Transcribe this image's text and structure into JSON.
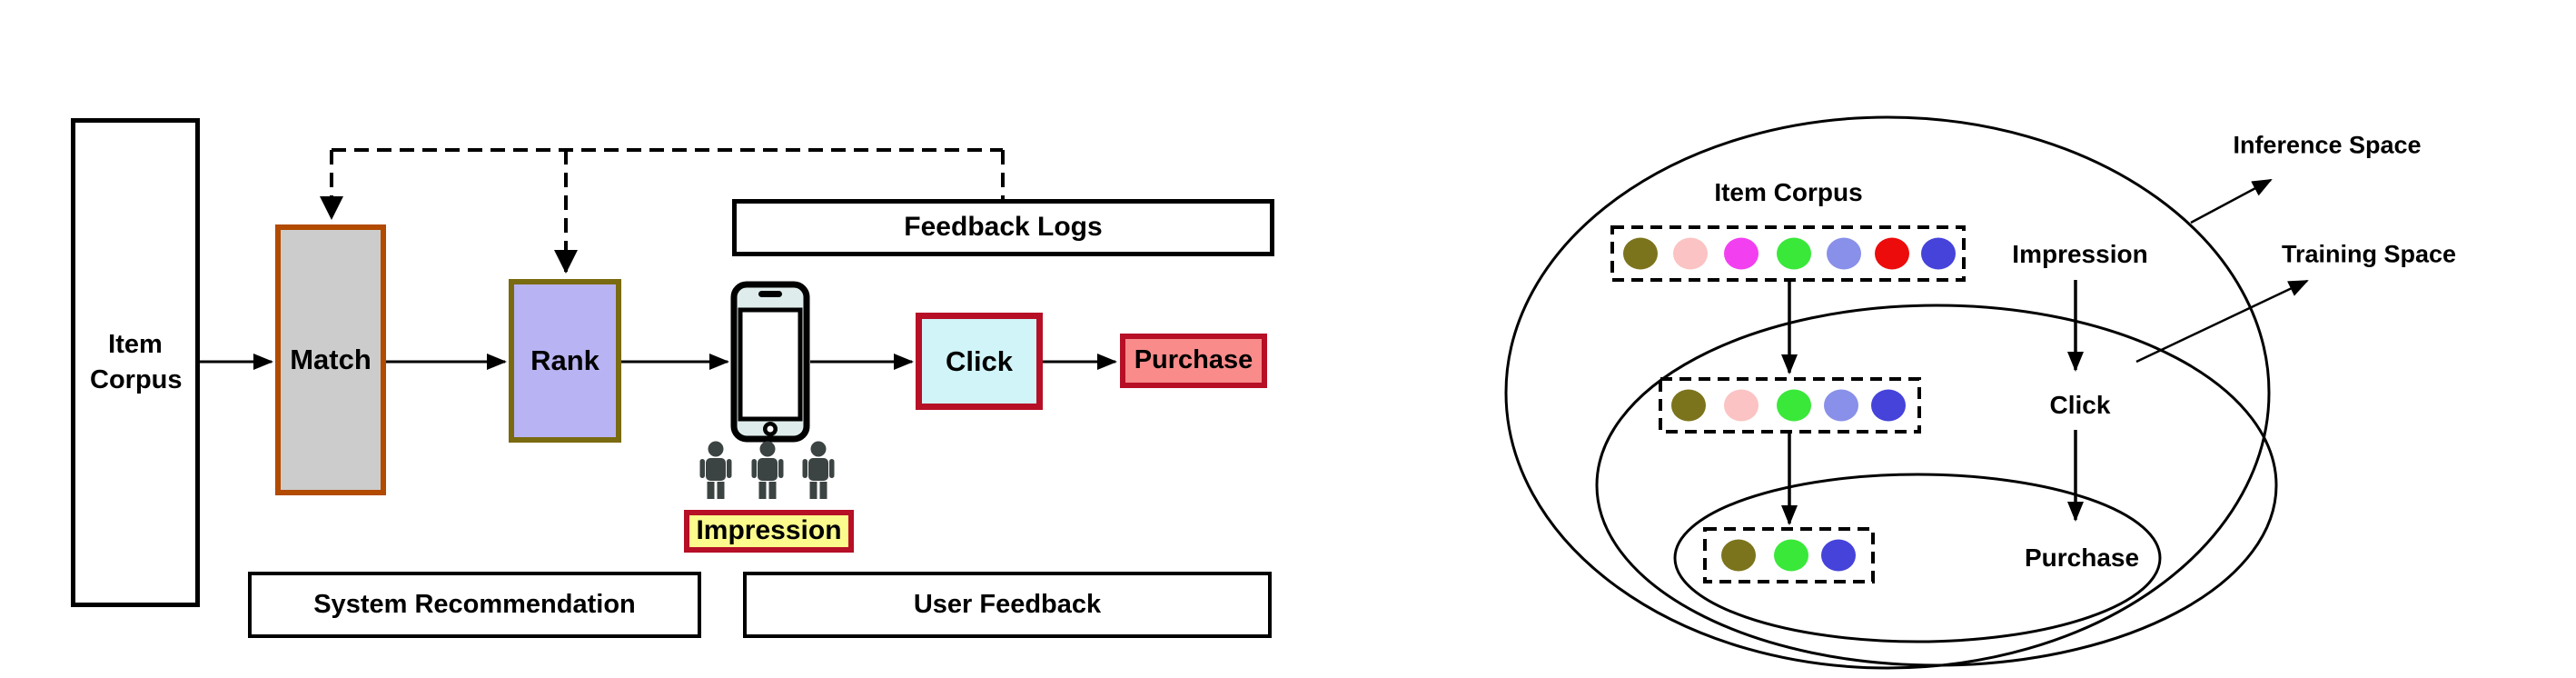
{
  "palette": {
    "background": "#ffffff",
    "line": "#000000",
    "match_fill": "#cccccc",
    "match_border": "#b24a00",
    "rank_fill": "#b8b3f2",
    "rank_border": "#7a6a10",
    "click_fill": "#d0f4f8",
    "click_border": "#b60f26",
    "purchase_fill": "#f98b8b",
    "purchase_border": "#b60f26",
    "impression_fill": "#fbfb8d",
    "impression_border": "#b60f26",
    "phone_band": "#dfecec",
    "person": "#3c4343"
  },
  "pipeline": {
    "item_corpus": "Item Corpus",
    "match": "Match",
    "rank": "Rank",
    "click": "Click",
    "purchase": "Purchase",
    "feedback_logs": "Feedback Logs",
    "impression": "Impression",
    "system_recommendation": "System Recommendation",
    "user_feedback": "User Feedback"
  },
  "spaces": {
    "item_corpus": "Item Corpus",
    "impression": "Impression",
    "click": "Click",
    "purchase": "Purchase",
    "inference_space": "Inference Space",
    "training_space": "Training Space",
    "dot_rows": [
      {
        "name": "item-corpus-items",
        "colors": [
          "#7c741c",
          "#fbc3c3",
          "#f240f0",
          "#3ae83a",
          "#8990e9",
          "#ec0c0c",
          "#4543da"
        ]
      },
      {
        "name": "impressed-items",
        "colors": [
          "#7c741c",
          "#fbc3c3",
          "#3ae83a",
          "#8990e9",
          "#4543da"
        ]
      },
      {
        "name": "clicked-items",
        "colors": [
          "#7c741c",
          "#3ae83a",
          "#4543da"
        ]
      }
    ]
  }
}
